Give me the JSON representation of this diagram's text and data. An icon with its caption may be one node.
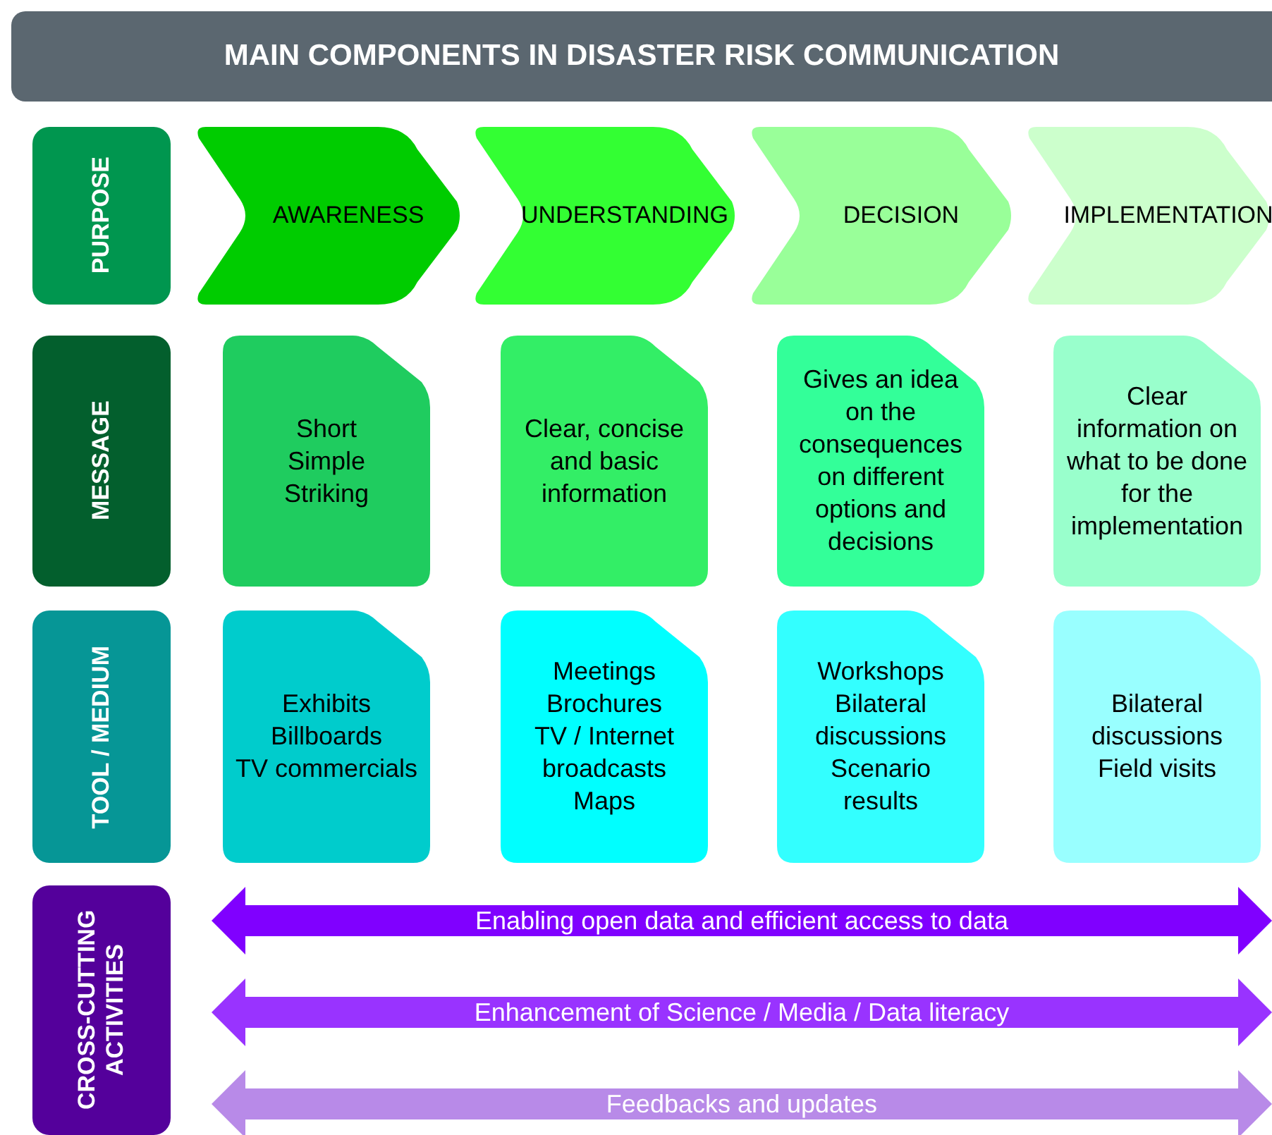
{
  "diagram": {
    "title": "MAIN COMPONENTS IN DISASTER RISK COMMUNICATION",
    "nodes": [
      {
        "text": [
          "PURPOSE"
        ]
      },
      {
        "text": [
          "AWARENESS"
        ]
      },
      {
        "text": [
          "UNDERSTANDING"
        ]
      },
      {
        "text": [
          "DECISION"
        ]
      },
      {
        "text": [
          "IMPLEMENTATION"
        ]
      },
      {
        "text": [
          "MESSAGE"
        ]
      },
      {
        "text": [
          "Short",
          "Simple",
          "Striking"
        ]
      },
      {
        "text": [
          "Clear, concise and basic information"
        ]
      },
      {
        "text": [
          "Gives an idea on the consequences on different options and decisions"
        ]
      },
      {
        "text": [
          "Clear information on what to be done for the implementation"
        ]
      },
      {
        "text": [
          "TOOL / MEDIUM"
        ]
      },
      {
        "text": [
          "Exhibits",
          "Billboards",
          "TV commercials"
        ]
      },
      {
        "text": [
          "Meetings",
          "Brochures",
          "TV / Internet broadcasts",
          "Maps"
        ]
      },
      {
        "text": [
          "Workshops",
          "Bilateral discussions",
          "Scenario results"
        ]
      },
      {
        "text": [
          "Bilateral discussions",
          "Field visits"
        ]
      },
      {
        "text": [
          "CROSS-CUTTING ACTIVITIES"
        ]
      },
      {
        "text": [
          "Enabling open data and efficient access to data"
        ]
      },
      {
        "text": [
          "Enhancement of Science / Media / Data literacy"
        ]
      },
      {
        "text": [
          "Feedbacks and updates"
        ]
      }
    ],
    "edges": []
  }
}
